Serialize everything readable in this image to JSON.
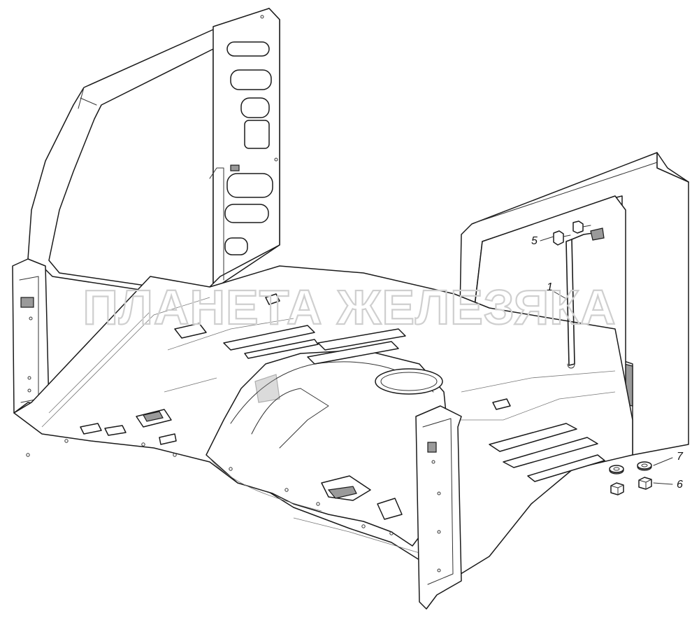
{
  "watermark": "ПЛАНЕТА ЖЕЛЕЗЯКА",
  "callouts": {
    "c1": "1",
    "c5": "5",
    "c6": "6",
    "c7": "7"
  }
}
